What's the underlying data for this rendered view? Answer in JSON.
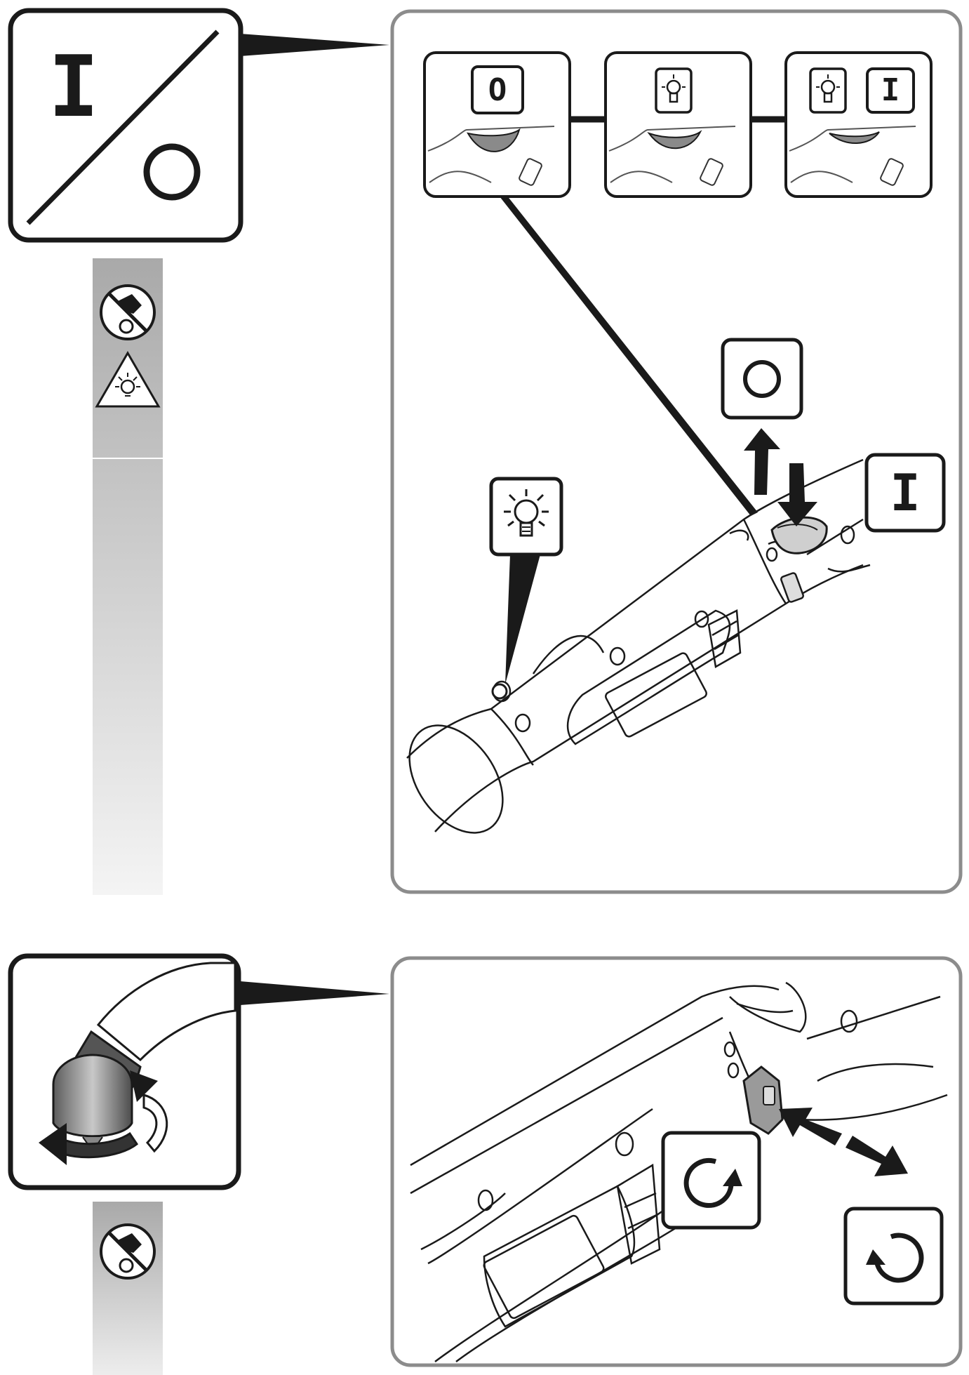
{
  "symbols": {
    "on": "I",
    "off": "O"
  },
  "steps": {
    "top": [
      {
        "labels": [
          "O"
        ],
        "icons": []
      },
      {
        "labels": [],
        "icons": [
          "bulb-icon"
        ]
      },
      {
        "labels": [
          "I"
        ],
        "icons": [
          "bulb-icon"
        ]
      }
    ]
  },
  "icons": {
    "panel1_key": "on-off-icon",
    "panel2_key": "rotation-direction-icon",
    "sidebar1": [
      "no-touch-rotating-part-icon",
      "light-warning-triangle-icon"
    ],
    "sidebar2": [
      "no-touch-rotating-part-icon"
    ],
    "rotation": [
      "rotate-clockwise-icon",
      "rotate-counterclockwise-icon"
    ]
  },
  "colors": {
    "line": "#1a1a1a",
    "frame": "#8c8c8c",
    "grey_band": "#b8b8b8",
    "trigger_fill": "#8a8a8a"
  }
}
